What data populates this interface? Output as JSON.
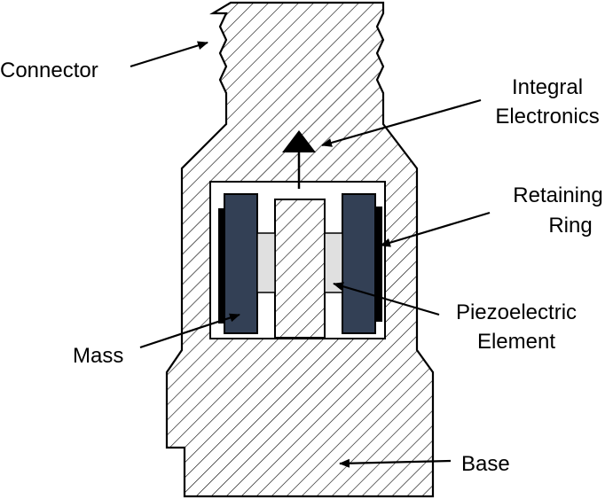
{
  "labels": {
    "connector": "Connector",
    "integral_line1": "Integral",
    "integral_line2": "Electronics",
    "retaining_line1": "Retaining",
    "retaining_line2": "Ring",
    "piezo_line1": "Piezoelectric",
    "piezo_line2": "Element",
    "mass": "Mass",
    "base": "Base"
  },
  "colors": {
    "mass_fill": "#334055",
    "piezo_fill": "#e0e0e0",
    "outline": "#000000",
    "hatch": "#000000"
  }
}
